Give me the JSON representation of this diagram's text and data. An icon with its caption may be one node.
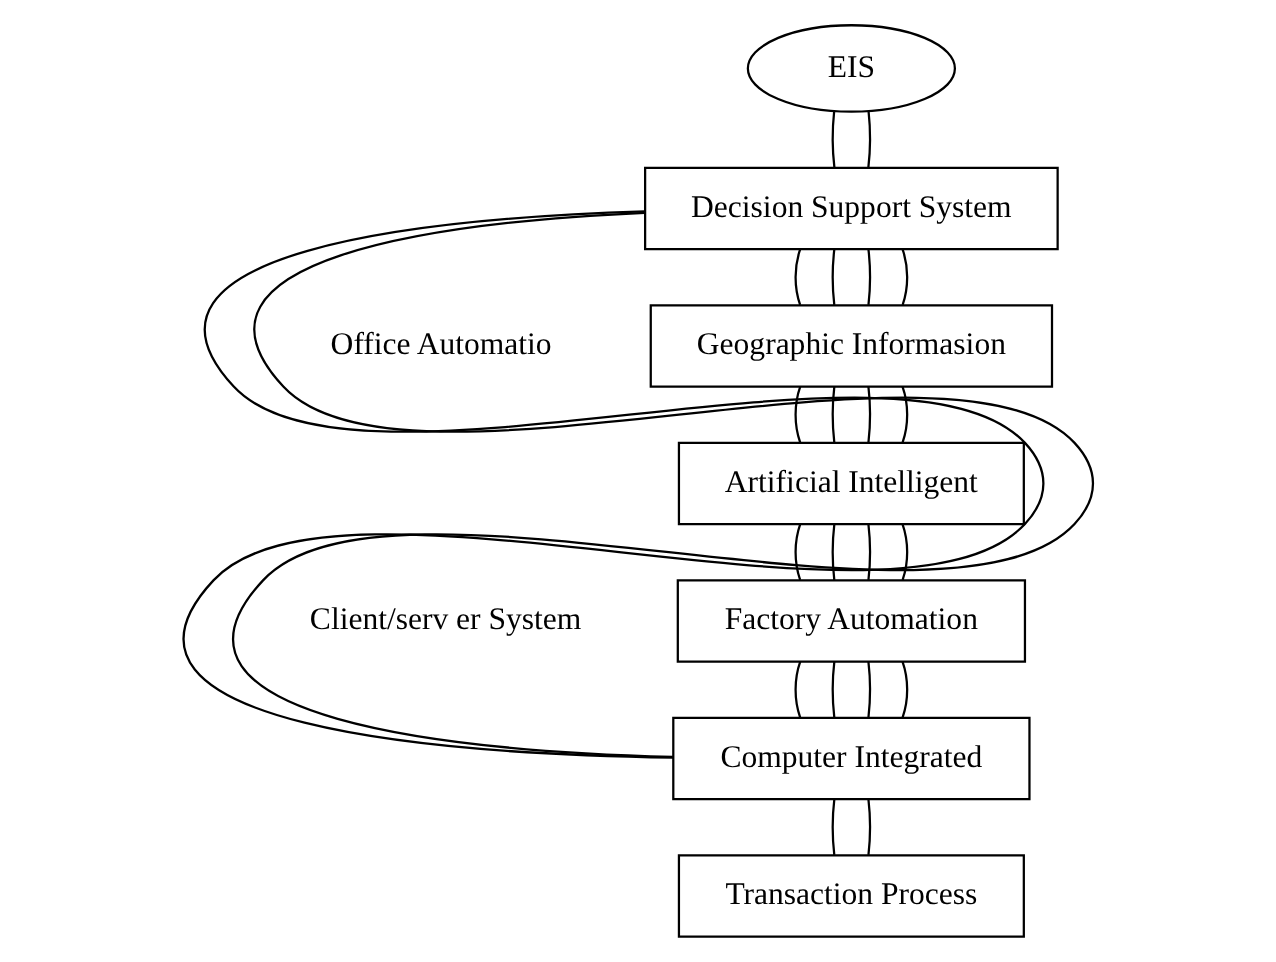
{
  "diagram": {
    "nodes": [
      {
        "text": [
          "EIS"
        ]
      },
      {
        "text": [
          "Decision Support System"
        ]
      },
      {
        "text": [
          "Geographic Informasion"
        ]
      },
      {
        "text": [
          "Artificial Intelligent"
        ]
      },
      {
        "text": [
          "Factory Automation"
        ]
      },
      {
        "text": [
          "Computer Integrated"
        ]
      },
      {
        "text": [
          "Transaction Process"
        ]
      }
    ],
    "edges": [
      {
        "from": 0,
        "to": 1,
        "arrow": "none"
      },
      {
        "from": 0,
        "to": 1,
        "arrow": "none"
      },
      {
        "from": 1,
        "to": 2,
        "arrow": "none"
      },
      {
        "from": 1,
        "to": 2,
        "arrow": "none"
      },
      {
        "from": 1,
        "to": 2,
        "arrow": "none"
      },
      {
        "from": 1,
        "to": 2,
        "arrow": "none"
      },
      {
        "from": 2,
        "to": 3,
        "arrow": "none"
      },
      {
        "from": 2,
        "to": 3,
        "arrow": "none"
      },
      {
        "from": 2,
        "to": 3,
        "arrow": "none"
      },
      {
        "from": 2,
        "to": 3,
        "arrow": "none"
      },
      {
        "from": 3,
        "to": 4,
        "arrow": "none"
      },
      {
        "from": 3,
        "to": 4,
        "arrow": "none"
      },
      {
        "from": 3,
        "to": 4,
        "arrow": "none"
      },
      {
        "from": 3,
        "to": 4,
        "arrow": "none"
      },
      {
        "from": 4,
        "to": 5,
        "arrow": "none"
      },
      {
        "from": 4,
        "to": 5,
        "arrow": "none"
      },
      {
        "from": 4,
        "to": 5,
        "arrow": "none"
      },
      {
        "from": 4,
        "to": 5,
        "arrow": "none"
      },
      {
        "from": 5,
        "to": 6,
        "arrow": "none"
      },
      {
        "from": 5,
        "to": 6,
        "arrow": "none"
      },
      {
        "from": 1,
        "to": 5,
        "arrow": "none"
      },
      {
        "from": 1,
        "to": 5,
        "arrow": "none"
      }
    ],
    "labels": [
      "Office Automatio",
      "Client/serv er System"
    ]
  }
}
